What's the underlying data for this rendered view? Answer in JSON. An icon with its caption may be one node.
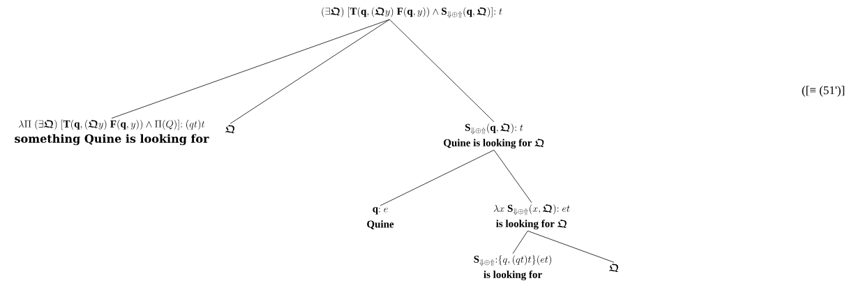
{
  "diagram": {
    "nodes": [
      {
        "text": [
          "(\\exists\\boldsymbol{\\mathfrak{Q}})\\;[\\mathbf{T}(\\mathbf{q},(\\boldsymbol{\\mathfrak{Q}}y)\\;\\mathbf{F}(\\mathbf{q},y))\\wedge\\mathbf{S}_{\\Downarrow\\oplus\\Uparrow}(\\mathbf{q},\\boldsymbol{\\mathfrak{Q}})]\\mathbf{:}\\ t"
        ]
      },
      {
        "text": [
          "\\lambda\\Pi\\;(\\exists\\boldsymbol{\\mathfrak{Q}})\\;[\\mathbf{T}(\\mathbf{q},(\\boldsymbol{\\mathfrak{Q}}y)\\;\\mathbf{F}(\\mathbf{q},y))\\wedge\\Pi(Q)]\\mathbf{:}\\ (qt)t",
          "something Quine is looking for"
        ]
      },
      {
        "text": [
          "\\boldsymbol{\\mathfrak{Q}}"
        ]
      },
      {
        "text": [
          "\\mathbf{S}_{\\Downarrow\\oplus\\Uparrow}(\\mathbf{q},\\boldsymbol{\\mathfrak{Q}})\\mathbf{:}\\ t",
          "\\textbf{Quine is looking for}\\ \\boldsymbol{\\mathfrak{Q}}"
        ]
      },
      {
        "text": [
          "\\mathbf{q}\\mathbf{:}\\ e",
          "Quine"
        ]
      },
      {
        "text": [
          "\\lambda x\\ \\mathbf{S}_{\\Downarrow\\oplus\\Uparrow}(x,\\boldsymbol{\\mathfrak{Q}})\\mathbf{:}\\ et",
          "\\textbf{is looking for}\\ \\boldsymbol{\\mathfrak{Q}}"
        ]
      },
      {
        "text": [
          "\\mathbf{S}_{\\Downarrow\\oplus\\Uparrow}\\mathbf{:}\\{q,(qt)t\\}(et)",
          "is looking for"
        ]
      },
      {
        "text": [
          "\\boldsymbol{\\mathfrak{Q}}"
        ]
      }
    ],
    "edges": [
      {
        "from": 0,
        "to": 1,
        "arrow": "none"
      },
      {
        "from": 0,
        "to": 2,
        "arrow": "none"
      },
      {
        "from": 0,
        "to": 3,
        "arrow": "none"
      },
      {
        "from": 3,
        "to": 4,
        "arrow": "none"
      },
      {
        "from": 3,
        "to": 5,
        "arrow": "none"
      },
      {
        "from": 5,
        "to": 6,
        "arrow": "none"
      },
      {
        "from": 5,
        "to": 7,
        "arrow": "none"
      }
    ],
    "labels": [
      "([≡ (51')]"
    ]
  }
}
